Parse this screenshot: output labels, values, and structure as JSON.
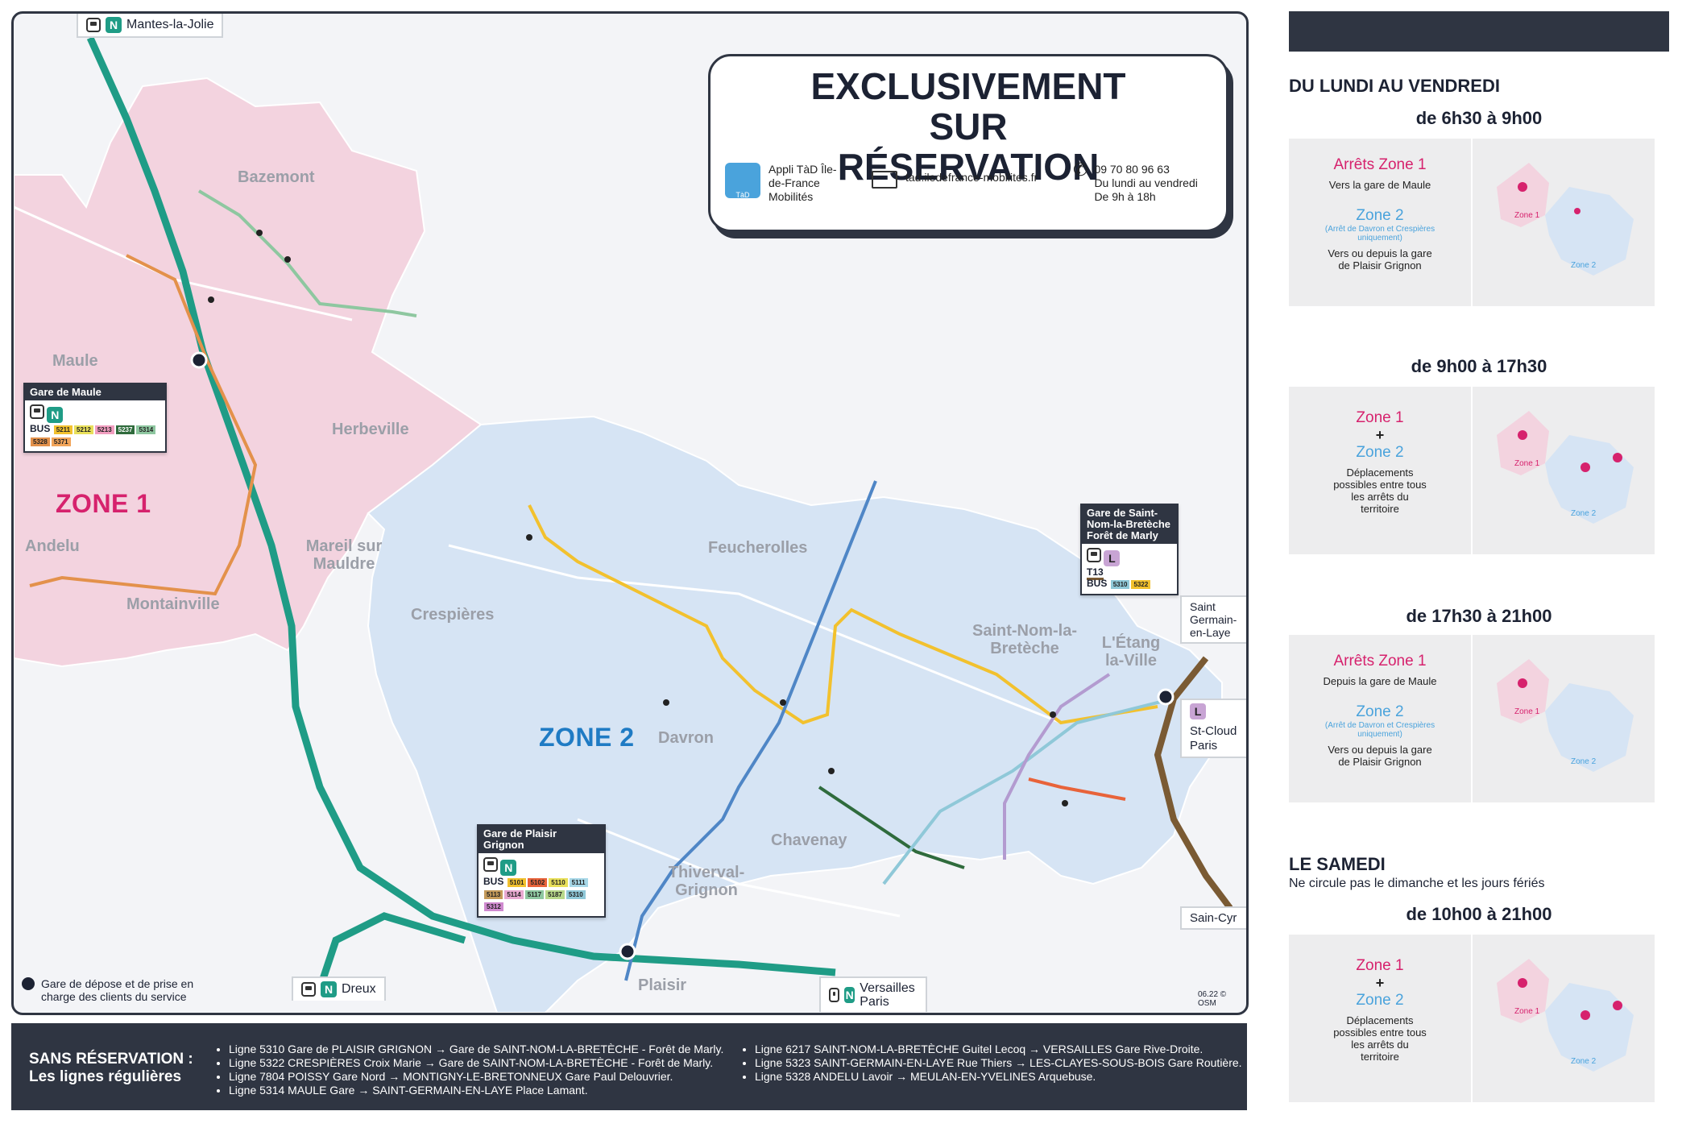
{
  "header": {
    "title": "EXCLUSIVEMENT SUR RÉSERVATION",
    "app_label": "Appli TàD Île-de-France Mobilités",
    "app_icon_caption": "TàD",
    "website": "tad.iledefrance-mobilites.fr",
    "phone": "09 70 80 96 63",
    "phone_hours": "Du lundi au vendredi De 9h à 18h"
  },
  "map": {
    "zone1_label": "ZONE 1",
    "zone2_label": "ZONE 2",
    "rail_endpoints": {
      "mantes": "Mantes-la-Jolie",
      "dreux": "Dreux",
      "versailles": "Versailles Paris",
      "saint_germain": "Saint Germain-en-Laye",
      "st_cloud": "St-Cloud Paris",
      "saint_cyr": "Sain-Cyr"
    },
    "places": [
      "Bazemont",
      "Maule",
      "Herbeville",
      "Andelu",
      "Mareil sur Mauldre",
      "Montainville",
      "Crespières",
      "Feucherolles",
      "Davron",
      "Saint-Nom-la-Bretèche",
      "L'Étang la-Ville",
      "Chavenay",
      "Thiverval-Grignon",
      "Plaisir"
    ],
    "stations": {
      "maule": {
        "title": "Gare de Maule",
        "bus": [
          "5211",
          "5212",
          "5213",
          "5237",
          "5314",
          "5328",
          "5371"
        ]
      },
      "plaisir": {
        "title": "Gare de Plaisir Grignon",
        "bus": [
          "5101",
          "5102",
          "5110",
          "5111",
          "5113",
          "5114",
          "5117",
          "5187",
          "5310",
          "5312"
        ]
      },
      "saintnom": {
        "title": "Gare de Saint-Nom-la-Bretèche Forêt de Marly",
        "tram": "T13",
        "bus": [
          "5310",
          "5322"
        ]
      }
    },
    "legend": "Gare de dépose et de prise en charge des clients du service",
    "credit": "06.22 © OSM"
  },
  "bottom": {
    "heading": "SANS RÉSERVATION : Les lignes régulières",
    "lines_left": [
      "Ligne 5310 Gare de PLAISIR GRIGNON → Gare de SAINT-NOM-LA-BRETÈCHE - Forêt de Marly.",
      "Ligne 5322 CRESPIÈRES Croix Marie → Gare de SAINT-NOM-LA-BRETÈCHE - Forêt de Marly.",
      "Ligne 7804 POISSY Gare Nord → MONTIGNY-LE-BRETONNEUX Gare Paul Delouvrier.",
      "Ligne 5314 MAULE Gare → SAINT-GERMAIN-EN-LAYE Place Lamant."
    ],
    "lines_right": [
      "Ligne 6217 SAINT-NOM-LA-BRETÈCHE Guitel Lecoq → VERSAILLES Gare Rive-Droite.",
      "Ligne 5323 SAINT-GERMAIN-EN-LAYE Rue Thiers → LES-CLAYES-SOUS-BOIS Gare Routière.",
      "Ligne 5328 ANDELU Lavoir → MEULAN-EN-YVELINES Arquebuse."
    ]
  },
  "schedule": {
    "weekday_heading": "DU LUNDI AU VENDREDI",
    "slots": [
      {
        "time": "de 6h30 à 9h00",
        "z1": "Arrêts Zone 1",
        "z1_note": "Vers la gare de Maule",
        "z2": "Zone 2",
        "z2_sub": "(Arrêt de Davron et Crespières uniquement)",
        "z2_note": "Vers ou depuis la gare de Plaisir Grignon"
      },
      {
        "time": "de 9h00 à 17h30",
        "z1": "Zone 1",
        "plus": "+",
        "z2": "Zone 2",
        "note": "Déplacements possibles entre tous les arrêts du territoire"
      },
      {
        "time": "de 17h30 à 21h00",
        "z1": "Arrêts Zone 1",
        "z1_note": "Depuis la gare de Maule",
        "z2": "Zone 2",
        "z2_sub": "(Arrêt de Davron et Crespières uniquement)",
        "z2_note": "Vers ou depuis la gare de Plaisir Grignon"
      }
    ],
    "saturday_heading": "LE SAMEDI",
    "saturday_note": "Ne circule pas le dimanche et les jours fériés",
    "saturday_slot": {
      "time": "de 10h00 à 21h00",
      "z1": "Zone 1",
      "plus": "+",
      "z2": "Zone 2",
      "note": "Déplacements possibles entre tous les arrêts du territoire"
    },
    "mini_map_labels": {
      "zone1": "Zone 1",
      "zone2": "Zone 2"
    }
  },
  "colors": {
    "zone1_fill": "#f3d3df",
    "zone2_fill": "#d6e4f4",
    "rail_green": "#1f9c86",
    "dark": "#2f3542",
    "zone1_text": "#d6226d",
    "zone2_text": "#1f7bc4"
  }
}
